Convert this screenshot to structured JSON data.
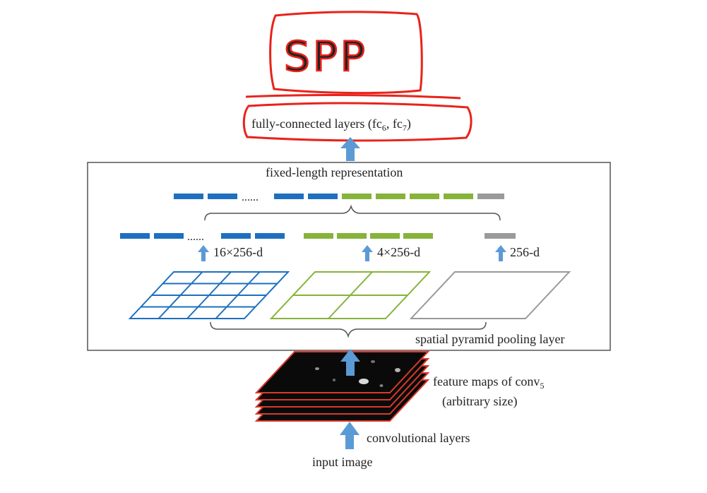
{
  "annotation": {
    "handwritten_label": "SPP",
    "ink_color": "#e8231b"
  },
  "labels": {
    "fc_prefix": "fully-connected layers (fc",
    "fc_sub1": "6",
    "fc_mid": ", fc",
    "fc_sub2": "7",
    "fc_suffix": ")",
    "fixed_length": "fixed-length representation",
    "dots": "......",
    "dim_16": "16×256-d",
    "dim_4": "4×256-d",
    "dim_1": "256-d",
    "spp_layer": "spatial pyramid pooling layer",
    "feature_maps_prefix": "feature maps of conv",
    "feature_maps_sub": "5",
    "arbitrary_size": "(arbitrary size)",
    "conv_layers": "convolutional layers",
    "input_image": "input image"
  },
  "colors": {
    "blue": "#1e6fc0",
    "green": "#86b33a",
    "gray": "#9a9a9a",
    "arrow": "#5b9bd5",
    "box_border": "#555555",
    "feature_map_fill": "#0a0a0a",
    "feature_map_border": "#d83a2a"
  }
}
